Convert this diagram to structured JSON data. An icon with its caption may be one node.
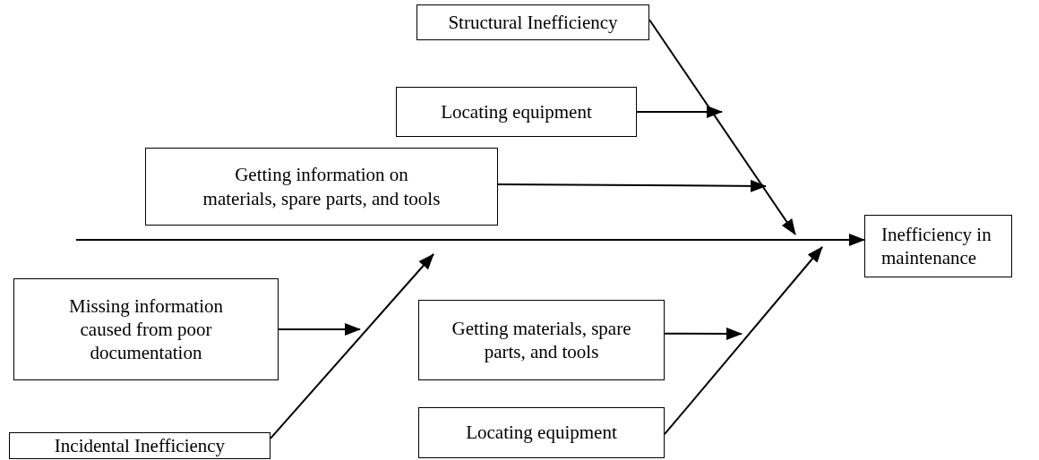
{
  "diagram": {
    "nodes": [
      {
        "text": [
          "Structural Inefficiency"
        ]
      },
      {
        "text": [
          "Locating equipment"
        ]
      },
      {
        "text": [
          "Getting information on materials, spare parts, and tools"
        ]
      },
      {
        "text": [
          "Inefficiency in maintenance"
        ]
      },
      {
        "text": [
          "Missing information caused from poor documentation"
        ]
      },
      {
        "text": [
          "Incidental Inefficiency"
        ]
      },
      {
        "text": [
          "Getting materials, spare parts, and tools"
        ]
      },
      {
        "text": [
          "Locating equipment"
        ]
      }
    ],
    "edges": [
      {
        "from": null,
        "to": 3,
        "arrow": "to"
      },
      {
        "from": 0,
        "to": null,
        "arrow": "to"
      },
      {
        "from": 1,
        "to": null,
        "arrow": "to"
      },
      {
        "from": 2,
        "to": null,
        "arrow": "to"
      },
      {
        "from": 4,
        "to": null,
        "arrow": "to"
      },
      {
        "from": 5,
        "to": null,
        "arrow": "to"
      },
      {
        "from": 6,
        "to": null,
        "arrow": "to"
      },
      {
        "from": 7,
        "to": null,
        "arrow": "to"
      }
    ]
  }
}
